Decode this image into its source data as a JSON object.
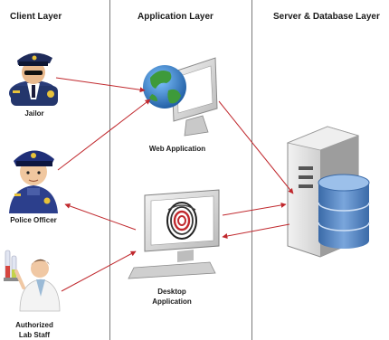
{
  "layers": {
    "client": "Client Layer",
    "application": "Application Layer",
    "server": "Server & Database Layer"
  },
  "actors": {
    "jailor": "Jailor",
    "police_officer": "Police Officer",
    "lab_staff_line1": "Authorized",
    "lab_staff_line2": "Lab Staff"
  },
  "apps": {
    "web_app": "Web Application",
    "desktop_line1": "Desktop",
    "desktop_line2": "Application"
  },
  "colors": {
    "arrow": "#c0282d",
    "divider": "#7a7a7a",
    "globe": "#2f7fc8",
    "database": "#4f80bd",
    "server": "#d8d8d8"
  }
}
